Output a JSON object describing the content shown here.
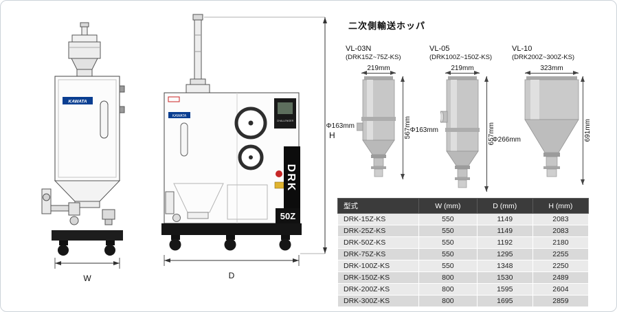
{
  "section": {
    "title": "二次側輸送ホッパ"
  },
  "drawings": {
    "brand": "KAWATA",
    "model_logo": "DRK",
    "model_badge": "50Z",
    "panel_brand": "CHALLENGER",
    "dim_w": "W",
    "dim_d": "D",
    "dim_h": "H"
  },
  "hoppers": [
    {
      "model": "VL-03N",
      "applicable": "(DRK15Z~75Z-KS)",
      "top_width": "219mm",
      "diameter": "Φ163mm",
      "height": "567mm"
    },
    {
      "model": "VL-05",
      "applicable": "(DRK100Z~150Z-KS)",
      "top_width": "219mm",
      "diameter": "Φ163mm",
      "height": "657mm"
    },
    {
      "model": "VL-10",
      "applicable": "(DRK200Z~300Z-KS)",
      "top_width": "323mm",
      "diameter": "Φ266mm",
      "height": "691mm"
    }
  ],
  "spec_table": {
    "headers": [
      "型式",
      "W (mm)",
      "D (mm)",
      "H (mm)"
    ],
    "rows": [
      [
        "DRK-15Z-KS",
        "550",
        "1149",
        "2083"
      ],
      [
        "DRK-25Z-KS",
        "550",
        "1149",
        "2083"
      ],
      [
        "DRK-50Z-KS",
        "550",
        "1192",
        "2180"
      ],
      [
        "DRK-75Z-KS",
        "550",
        "1295",
        "2255"
      ],
      [
        "DRK-100Z-KS",
        "550",
        "1348",
        "2250"
      ],
      [
        "DRK-150Z-KS",
        "800",
        "1530",
        "2489"
      ],
      [
        "DRK-200Z-KS",
        "800",
        "1595",
        "2604"
      ],
      [
        "DRK-300Z-KS",
        "800",
        "1695",
        "2859"
      ]
    ]
  }
}
